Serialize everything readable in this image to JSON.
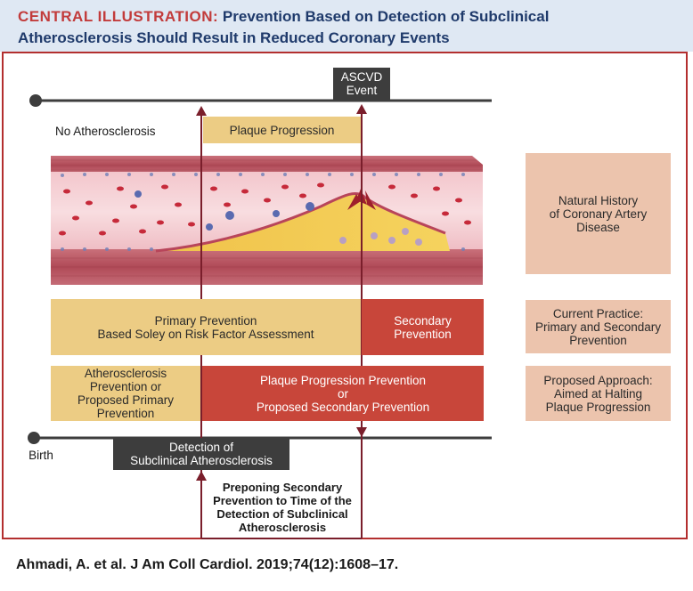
{
  "header": {
    "label": "CENTRAL ILLUSTRATION:",
    "title_line1": "Prevention Based on Detection of Subclinical",
    "title_line2": "Atherosclerosis Should Result in Reduced Coronary Events"
  },
  "timeline": {
    "event_label": "ASCVD\nEvent",
    "birth_label": "Birth",
    "detection_label": "Detection of\nSubclinical Atherosclerosis"
  },
  "stages": {
    "no_atherosclerosis": "No Atherosclerosis",
    "plaque_progression": "Plaque Progression"
  },
  "rows": {
    "primary_prevention": "Primary Prevention\nBased Soley on Risk Factor Assessment",
    "secondary_prevention": "Secondary\nPrevention",
    "atherosclerosis_prevention": "Atherosclerosis\nPrevention or\nProposed Primary\nPrevention",
    "plaque_progression_prevention": "Plaque Progression Prevention\nor\nProposed Secondary Prevention"
  },
  "side_labels": {
    "natural_history": "Natural History\nof Coronary Artery\nDisease",
    "current_practice": "Current Practice:\nPrimary and Secondary\nPrevention",
    "proposed_approach": "Proposed Approach:\nAimed at Halting\nPlaque Progression"
  },
  "preponing_note": "Preponing Secondary\nPrevention to Time of the\nDetection of Subclinical\nAtherosclerosis",
  "citation": "Ahmadi, A. et al. J Am Coll Cardiol. 2019;74(12):1608–17.",
  "colors": {
    "header_bg": "#dfe8f3",
    "header_label": "#c23b3b",
    "header_title": "#1f3a6b",
    "frame": "#b32f2f",
    "arrow": "#7a1e2b",
    "gold": "#eccc84",
    "red": "#c8463a",
    "pink": "#ecc4ad",
    "dark": "#3d3d3d"
  }
}
